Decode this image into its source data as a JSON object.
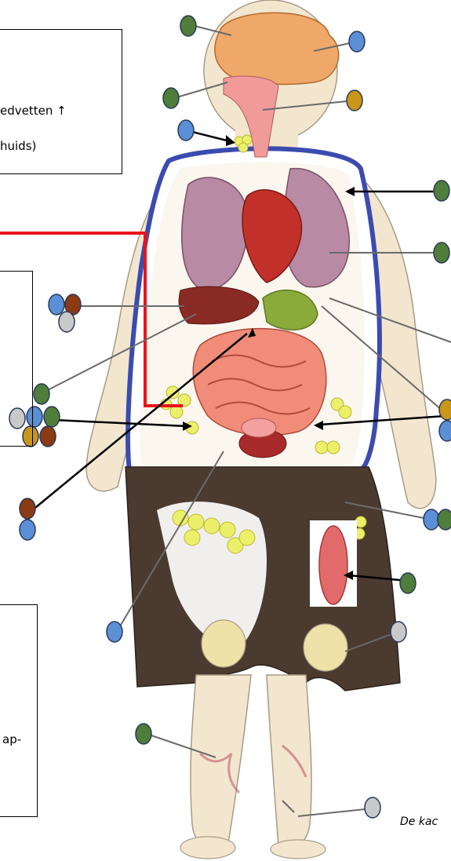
{
  "text_box_top": {
    "line1": "edvetten ↑",
    "line2": "huids)"
  },
  "text_box_bottom": {
    "line1": "ap-"
  },
  "caption": "De kac",
  "colors": {
    "dot_green": "#4f7d3a",
    "dot_blue": "#5b8fd6",
    "dot_brown": "#8b3a12",
    "dot_gold": "#c9961a",
    "dot_grey": "#c9c9c9",
    "red_line": "#e8141a",
    "skin": "#f3e6cf",
    "shirt_edge": "#3b4bb0",
    "shorts": "#4a3a30",
    "fat_cells": "#ecef6a"
  }
}
